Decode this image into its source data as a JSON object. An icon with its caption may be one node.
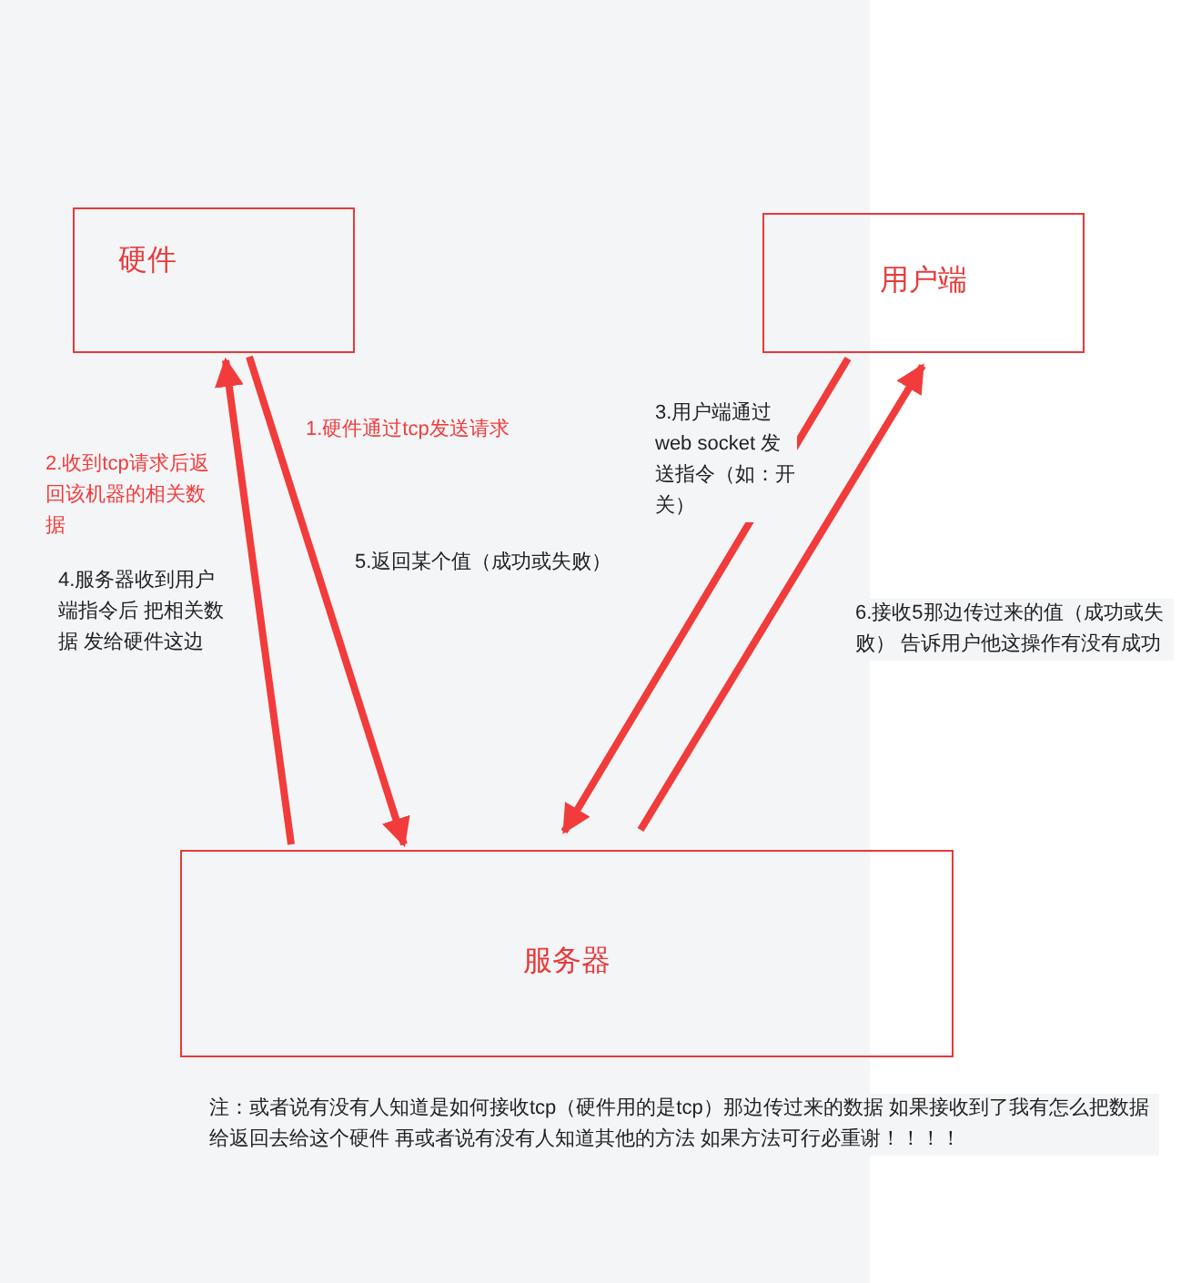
{
  "diagram": {
    "nodes": [
      {
        "text": [
          "硬件"
        ]
      },
      {
        "text": [
          "用户端"
        ]
      },
      {
        "text": [
          "服务器"
        ]
      }
    ],
    "edges": [
      {
        "from": 0,
        "to": 2,
        "arrow": "to",
        "label": "1.硬件通过tcp发送请求"
      },
      {
        "from": 2,
        "to": 0,
        "arrow": "to",
        "label": "2.收到tcp请求后返回该机器的相关数据"
      },
      {
        "from": 1,
        "to": 2,
        "arrow": "to",
        "label": "3.用户端通过web socket 发送指令（如：开关）"
      },
      {
        "from": 2,
        "to": 1,
        "arrow": "to",
        "label": "6.接收5那边传过来的值（成功或失败） 告诉用户他这操作有没有成功"
      }
    ],
    "labels": [
      "4.服务器收到用户端指令后 把相关数据 发给硬件这边",
      "5.返回某个值（成功或失败）",
      "注：或者说有没有人知道是如何接收tcp（硬件用的是tcp）那边传过来的数据 如果接收到了我有怎么把数据给返回去给这个硬件 再或者说有没有人知道其他的方法 如果方法可行必重谢！！！！"
    ]
  }
}
